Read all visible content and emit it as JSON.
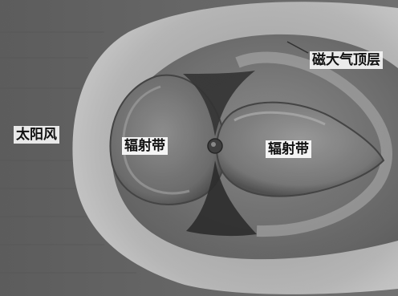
{
  "labels": {
    "solar_wind": "太阳风",
    "radiation_belt_left": "辐射带",
    "radiation_belt_right": "辐射带",
    "magnetopause": "磁大气顶层"
  }
}
